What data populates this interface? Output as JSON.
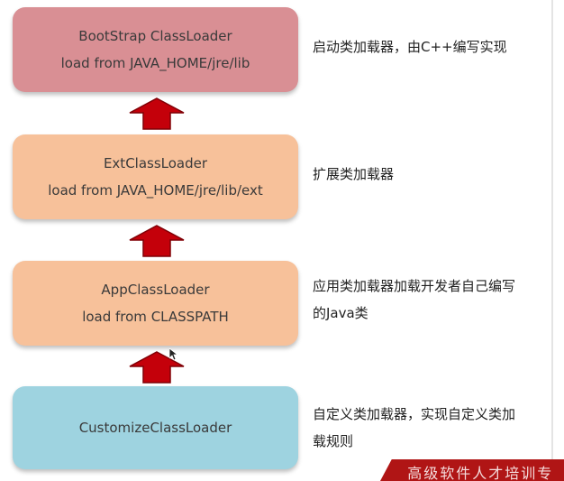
{
  "colors": {
    "bootstrap_fill": "#d98f94",
    "ext_fill": "#f7c19a",
    "app_fill": "#f7c19a",
    "custom_fill": "#9ed3e0",
    "arrow_fill": "#c4000a",
    "arrow_stroke": "#800006"
  },
  "loaders": [
    {
      "name": "BootStrap ClassLoader",
      "detail": "load from JAVA_HOME/jre/lib",
      "note_lines": [
        "启动类加载器，由C++编写实现"
      ]
    },
    {
      "name": "ExtClassLoader",
      "detail": "load from JAVA_HOME/jre/lib/ext",
      "note_lines": [
        "扩展类加载器"
      ]
    },
    {
      "name": "AppClassLoader",
      "detail": "load from CLASSPATH",
      "note_lines": [
        "应用类加载器加载开发者自己编写",
        "的Java类"
      ]
    },
    {
      "name": "CustomizeClassLoader",
      "detail": "",
      "note_lines": [
        "自定义类加载器，实现自定义类加",
        "载规则"
      ]
    }
  ],
  "watermark": {
    "text": "高级软件人才培训专"
  },
  "icons": {
    "arrow": "up-arrow-icon",
    "cursor": "mouse-pointer-icon"
  }
}
